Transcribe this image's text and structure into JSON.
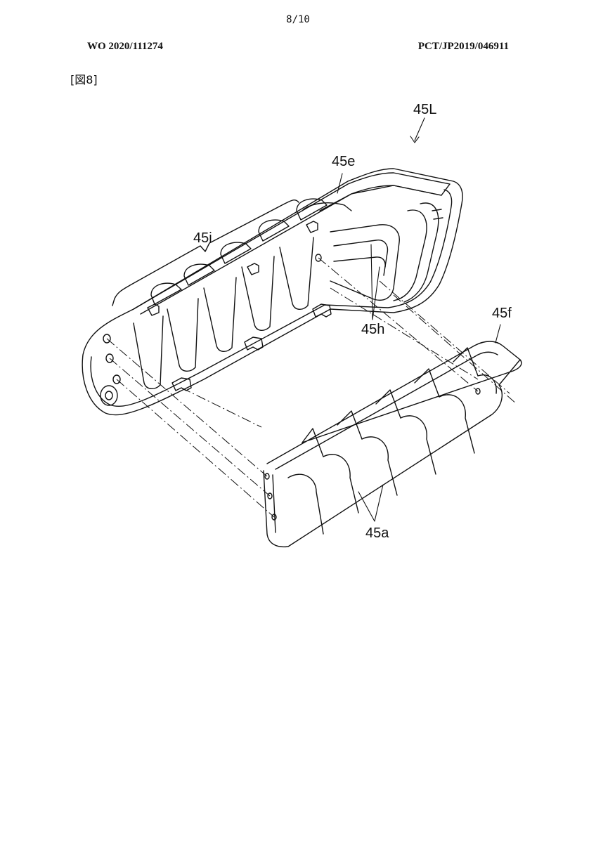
{
  "header": {
    "page_number": "8/10",
    "publication_number": "WO 2020/111274",
    "application_number": "PCT/JP2019/046911"
  },
  "figure": {
    "label": "[図8]",
    "reference_labels": {
      "assembly": "45L",
      "top_face": "45e",
      "louvers": "45i",
      "openings": "45h",
      "insert_top": "45f",
      "insert_fins": "45a"
    }
  }
}
